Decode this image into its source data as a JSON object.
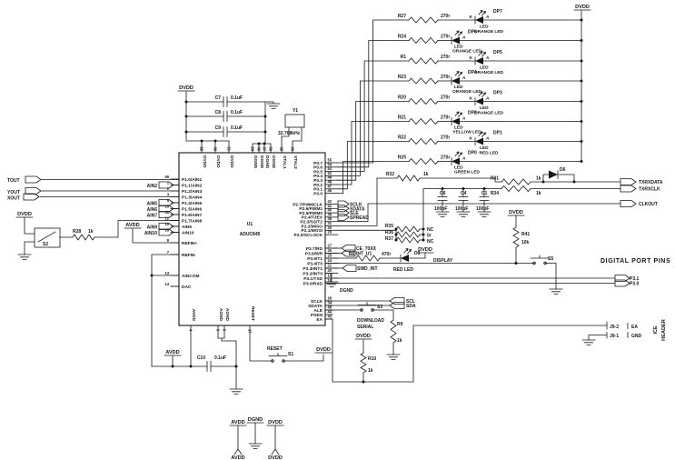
{
  "ic": {
    "ref": "U1",
    "part": "ADUC845",
    "left_pins": [
      {
        "num": "56",
        "name": "P1.0/AIN1"
      },
      {
        "num": "1",
        "name": "P1.1/AIN2"
      },
      {
        "num": "2",
        "name": "P1.2/AIN3"
      },
      {
        "num": "3",
        "name": "P1.3/AIN4"
      },
      {
        "num": "9",
        "name": "P1.4/AIN5"
      },
      {
        "num": "10",
        "name": "P1.5/AIN6"
      },
      {
        "num": "11",
        "name": "P1.6/AIN7"
      },
      {
        "num": "12",
        "name": "P1.7/AIN8"
      },
      {
        "num": "15",
        "name": "AIN9"
      },
      {
        "num": "16",
        "name": "AIN10"
      },
      {
        "num": "8",
        "name": "REFIN+"
      },
      {
        "num": "7",
        "name": "REFIN-"
      },
      {
        "num": "13",
        "name": "AINCOM"
      },
      {
        "num": "14",
        "name": "DAC"
      }
    ],
    "top_pins": [
      {
        "num": "22",
        "name": "DVDD"
      },
      {
        "num": "36",
        "name": "DVDD"
      },
      {
        "num": "51",
        "name": "DVDD"
      },
      {
        "num": "23",
        "name": "DGND"
      },
      {
        "num": "35",
        "name": "DGND"
      },
      {
        "num": "37",
        "name": "DGND"
      },
      {
        "num": "50",
        "name": "DGND"
      },
      {
        "num": "32",
        "name": "XTAL1"
      },
      {
        "num": "33",
        "name": "XTAL2"
      }
    ],
    "bottom_pins": [
      {
        "num": "4",
        "name": "AVDD"
      },
      {
        "num": "5",
        "name": "AGND"
      },
      {
        "num": "6",
        "name": "AGND"
      },
      {
        "num": "17",
        "name": "RESET"
      }
    ],
    "right_pins": [
      {
        "num": "55",
        "name": "P0.7"
      },
      {
        "num": "54",
        "name": "P0.6"
      },
      {
        "num": "53",
        "name": "P0.5"
      },
      {
        "num": "52",
        "name": "P0.4"
      },
      {
        "num": "49",
        "name": "P0.3"
      },
      {
        "num": "48",
        "name": "P0.2"
      },
      {
        "num": "47",
        "name": "P0.1"
      },
      {
        "num": "46",
        "name": "P0.0"
      },
      {
        "num": "42",
        "name": "P2.7/PWMCLK"
      },
      {
        "num": "41",
        "name": "P2.6/PWM1"
      },
      {
        "num": "40",
        "name": "P2.5/PWM0"
      },
      {
        "num": "39",
        "name": "P2.4/T3EX"
      },
      {
        "num": "38",
        "name": "P2.3/SS/T2"
      },
      {
        "num": "31",
        "name": "P2.2/MISO"
      },
      {
        "num": "30",
        "name": "P2.1/MOSI"
      },
      {
        "num": "29",
        "name": "P2.0/SCLOCK"
      },
      {
        "num": "27",
        "name": "P3.7/RD"
      },
      {
        "num": "26",
        "name": "P3.6/WR"
      },
      {
        "num": "25",
        "name": "P3.5/T1"
      },
      {
        "num": "24",
        "name": "P3.4/T0"
      },
      {
        "num": "21",
        "name": "P3.3/INT1"
      },
      {
        "num": "20",
        "name": "P3.2/INT0"
      },
      {
        "num": "19",
        "name": "P3.1/TXD"
      },
      {
        "num": "18",
        "name": "P3.0/RXD"
      },
      {
        "num": "28",
        "name": "SCLK"
      },
      {
        "num": "34",
        "name": "SDATA"
      },
      {
        "num": "45",
        "name": "ALE"
      },
      {
        "num": "44",
        "name": "PSEN"
      },
      {
        "num": "43",
        "name": "EA"
      }
    ]
  },
  "led_bank": {
    "rail": "DVDD",
    "led_text": "LED",
    "k": "K",
    "a": "A",
    "rows": [
      {
        "ref": "R27",
        "value": "270r",
        "des": "DP7",
        "color": "ORANGE LED"
      },
      {
        "ref": "R24",
        "value": "270r",
        "des": "DP6",
        "color": "ORANGE LED"
      },
      {
        "ref": "R1",
        "value": "270r",
        "des": "DP5",
        "color": "ORANGE LED"
      },
      {
        "ref": "R23",
        "value": "270r",
        "des": "DP4",
        "color": "ORANGE LED"
      },
      {
        "ref": "R20",
        "value": "270r",
        "des": "DP3",
        "color": "ORANGE LED"
      },
      {
        "ref": "R21",
        "value": "270r",
        "des": "DP2",
        "color": "YELLOW LED"
      },
      {
        "ref": "R22",
        "value": "270r",
        "des": "DP1",
        "color": "RED LED"
      },
      {
        "ref": "R25",
        "value": "270r",
        "des": "DP0",
        "color": "GREEN LED"
      }
    ]
  },
  "comp": {
    "c7": {
      "ref": "C7",
      "value": "0.1uF"
    },
    "c8": {
      "ref": "C8",
      "value": "0.1uF"
    },
    "c9": {
      "ref": "C9",
      "value": "0.1uF"
    },
    "c10": {
      "ref": "C10",
      "value": "0.1uF"
    },
    "y1": {
      "ref": "Y1",
      "value": "32.768kHz"
    },
    "c6": {
      "ref": "C6",
      "value": "100pF"
    },
    "c4": {
      "ref": "C4",
      "value": "100pF"
    },
    "c1": {
      "ref": "C1",
      "value": "100pF"
    },
    "r32": {
      "ref": "R32",
      "value": "1k"
    },
    "r31": {
      "ref": "R31",
      "value": "1k"
    },
    "r34": {
      "ref": "R34",
      "value": "1k"
    },
    "r35": {
      "ref": "R35",
      "value": "NC"
    },
    "r36": {
      "ref": "R36",
      "value": "0r"
    },
    "r37": {
      "ref": "R37",
      "value": "NC"
    },
    "r41": {
      "ref": "R41",
      "value": "10k"
    },
    "r8": {
      "ref": "R8",
      "value": "470r"
    },
    "r9": {
      "ref": "R9",
      "value": "1k"
    },
    "r10": {
      "ref": "R10",
      "value": "1k"
    },
    "r28": {
      "ref": "R28",
      "value": "1k"
    },
    "d6": {
      "ref": "D6"
    },
    "d3": {
      "ref": "D3",
      "label": "RED LED"
    }
  },
  "tags": {
    "tout": "TOUT",
    "yout": "YOUT",
    "xout": "XOUT",
    "ain2": "AIN2",
    "ain5": "AIN5",
    "ain6": "AIN6",
    "ain7": "AIN7",
    "ain9": "AIN9",
    "ain10": "AIN10",
    "sclk": "SCLK",
    "sdata": "SDATA",
    "sle": "SLE",
    "spread": "SPREAD",
    "txrxdata": "TXRXDATA",
    "txrxclk": "TXRXCLK",
    "clkout": "CLKOUT",
    "p31": "P3.1",
    "p30": "P3.0",
    "ce70xx": "CE_70XX",
    "int_u1": "INT_U1",
    "swd_int": "SWD_INT",
    "scl": "SCL",
    "sda": "SDA"
  },
  "switches": {
    "s1": {
      "ref": "S1",
      "label": "RESET"
    },
    "s2": {
      "ref": "S2"
    },
    "s3": {
      "ref": "S3",
      "label1": "DOWNLOAD",
      "label2": "SERIAL"
    },
    "s5": {
      "ref": "S5"
    }
  },
  "power": {
    "dvdd": "DVDD",
    "avdd": "AVDD",
    "dgnd": "DGND"
  },
  "annotations": {
    "digital_port_pins": "DIGITAL PORT PINS",
    "ice_line1": "ICE",
    "ice_line2": "HEADER",
    "j9_2": "J9-2",
    "j9_1": "J9-1",
    "ea": "EA",
    "gnd": "GND",
    "display": "DISPLAY",
    "dgnd": "DGND"
  }
}
